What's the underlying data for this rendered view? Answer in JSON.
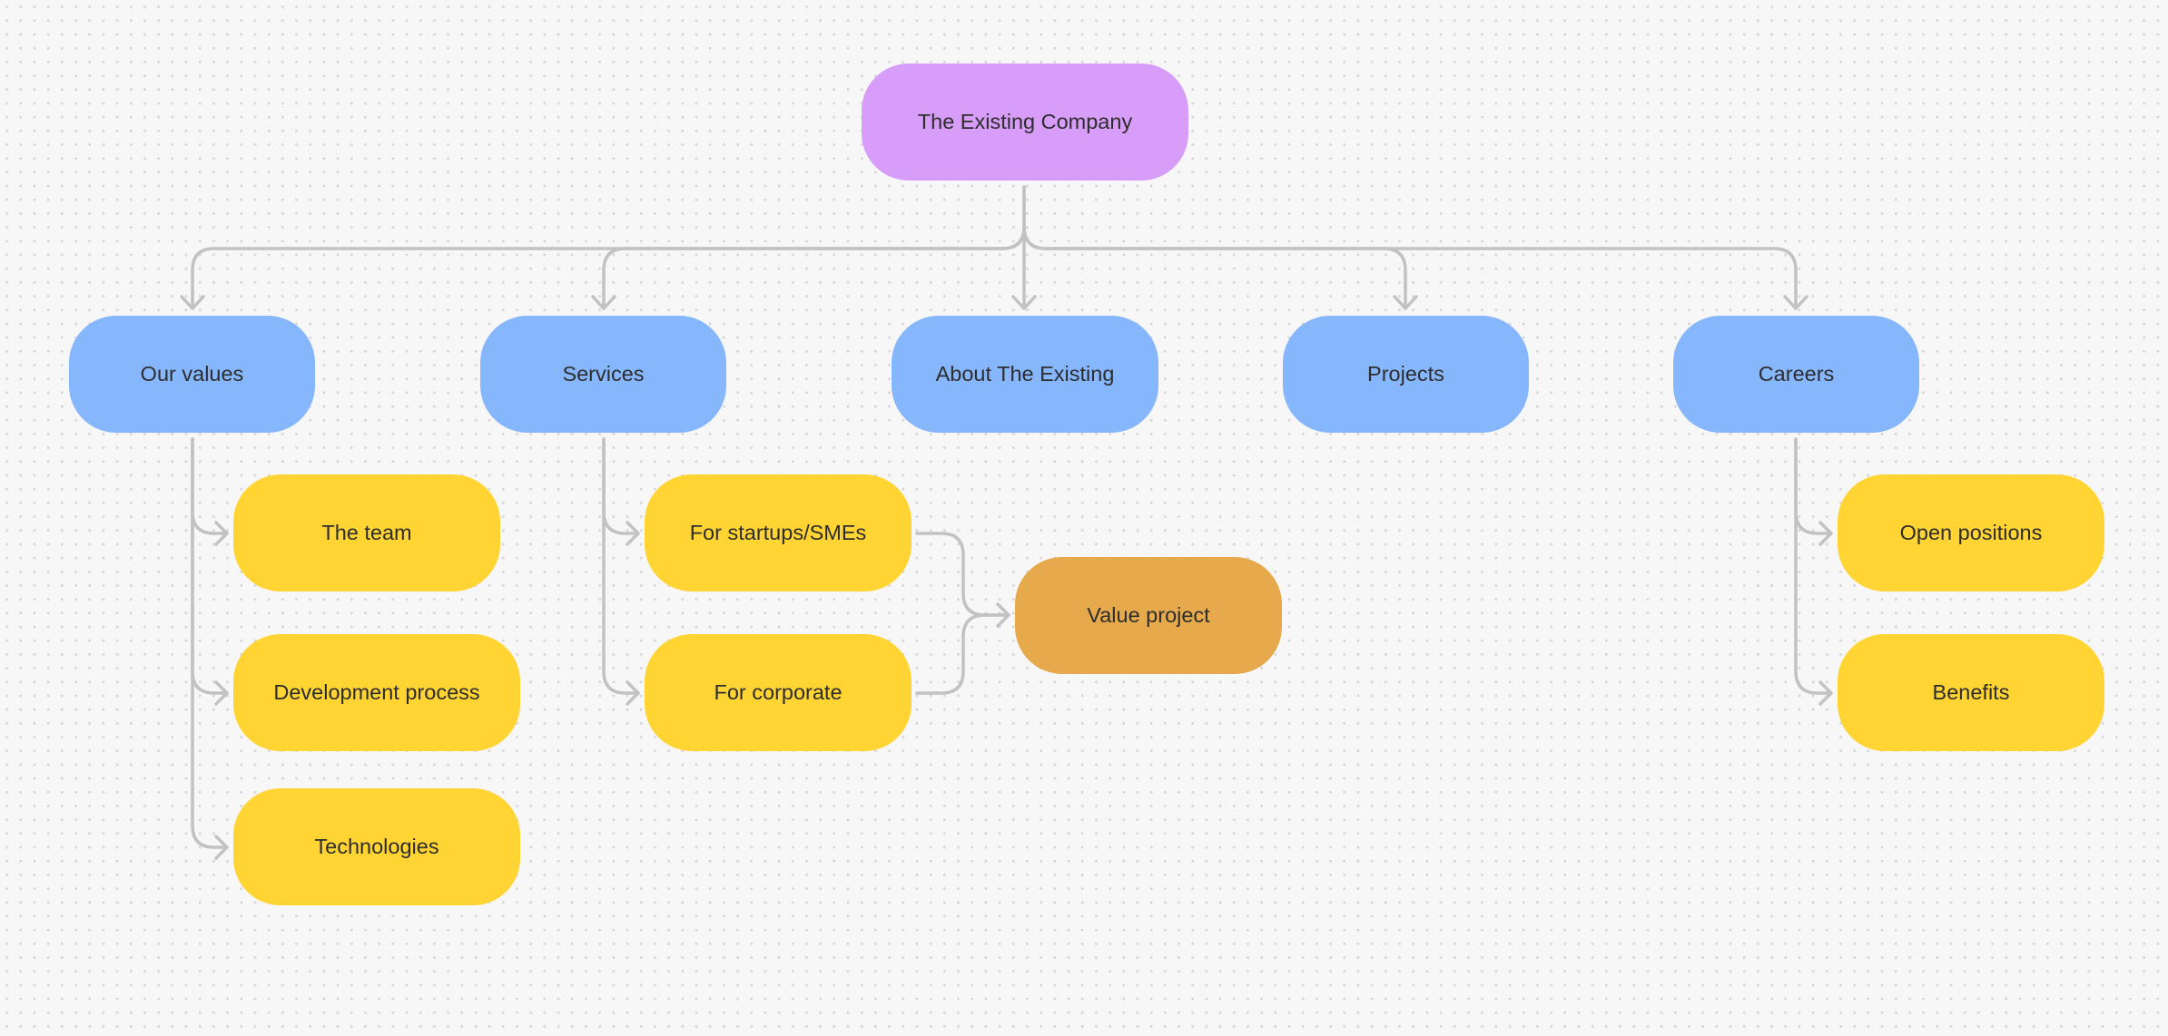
{
  "colors": {
    "root": "#d89cf9",
    "section": "#86b6fc",
    "subpage": "#ffd433",
    "outcome": "#e6aa4d",
    "connector": "#c2c2c2",
    "background": "#f7f7f7"
  },
  "nodes": {
    "root": {
      "label": "The Existing Company",
      "role": "root"
    },
    "values": {
      "label": "Our values",
      "role": "section"
    },
    "services": {
      "label": "Services",
      "role": "section"
    },
    "about": {
      "label": "About The Existing",
      "role": "section"
    },
    "projects": {
      "label": "Projects",
      "role": "section"
    },
    "careers": {
      "label": "Careers",
      "role": "section"
    },
    "team": {
      "label": "The team",
      "role": "subpage"
    },
    "devproc": {
      "label": "Development process",
      "role": "subpage"
    },
    "tech": {
      "label": "Technologies",
      "role": "subpage"
    },
    "startups": {
      "label": "For startups/SMEs",
      "role": "subpage"
    },
    "corporate": {
      "label": "For corporate",
      "role": "subpage"
    },
    "valueproj": {
      "label": "Value project",
      "role": "outcome"
    },
    "openpos": {
      "label": "Open positions",
      "role": "subpage"
    },
    "benefits": {
      "label": "Benefits",
      "role": "subpage"
    }
  },
  "edges": [
    {
      "from": "root",
      "to": "values"
    },
    {
      "from": "root",
      "to": "services"
    },
    {
      "from": "root",
      "to": "about"
    },
    {
      "from": "root",
      "to": "projects"
    },
    {
      "from": "root",
      "to": "careers"
    },
    {
      "from": "values",
      "to": "team"
    },
    {
      "from": "values",
      "to": "devproc"
    },
    {
      "from": "values",
      "to": "tech"
    },
    {
      "from": "services",
      "to": "startups"
    },
    {
      "from": "services",
      "to": "corporate"
    },
    {
      "from": "startups",
      "to": "valueproj"
    },
    {
      "from": "corporate",
      "to": "valueproj"
    },
    {
      "from": "careers",
      "to": "openpos"
    },
    {
      "from": "careers",
      "to": "benefits"
    }
  ]
}
